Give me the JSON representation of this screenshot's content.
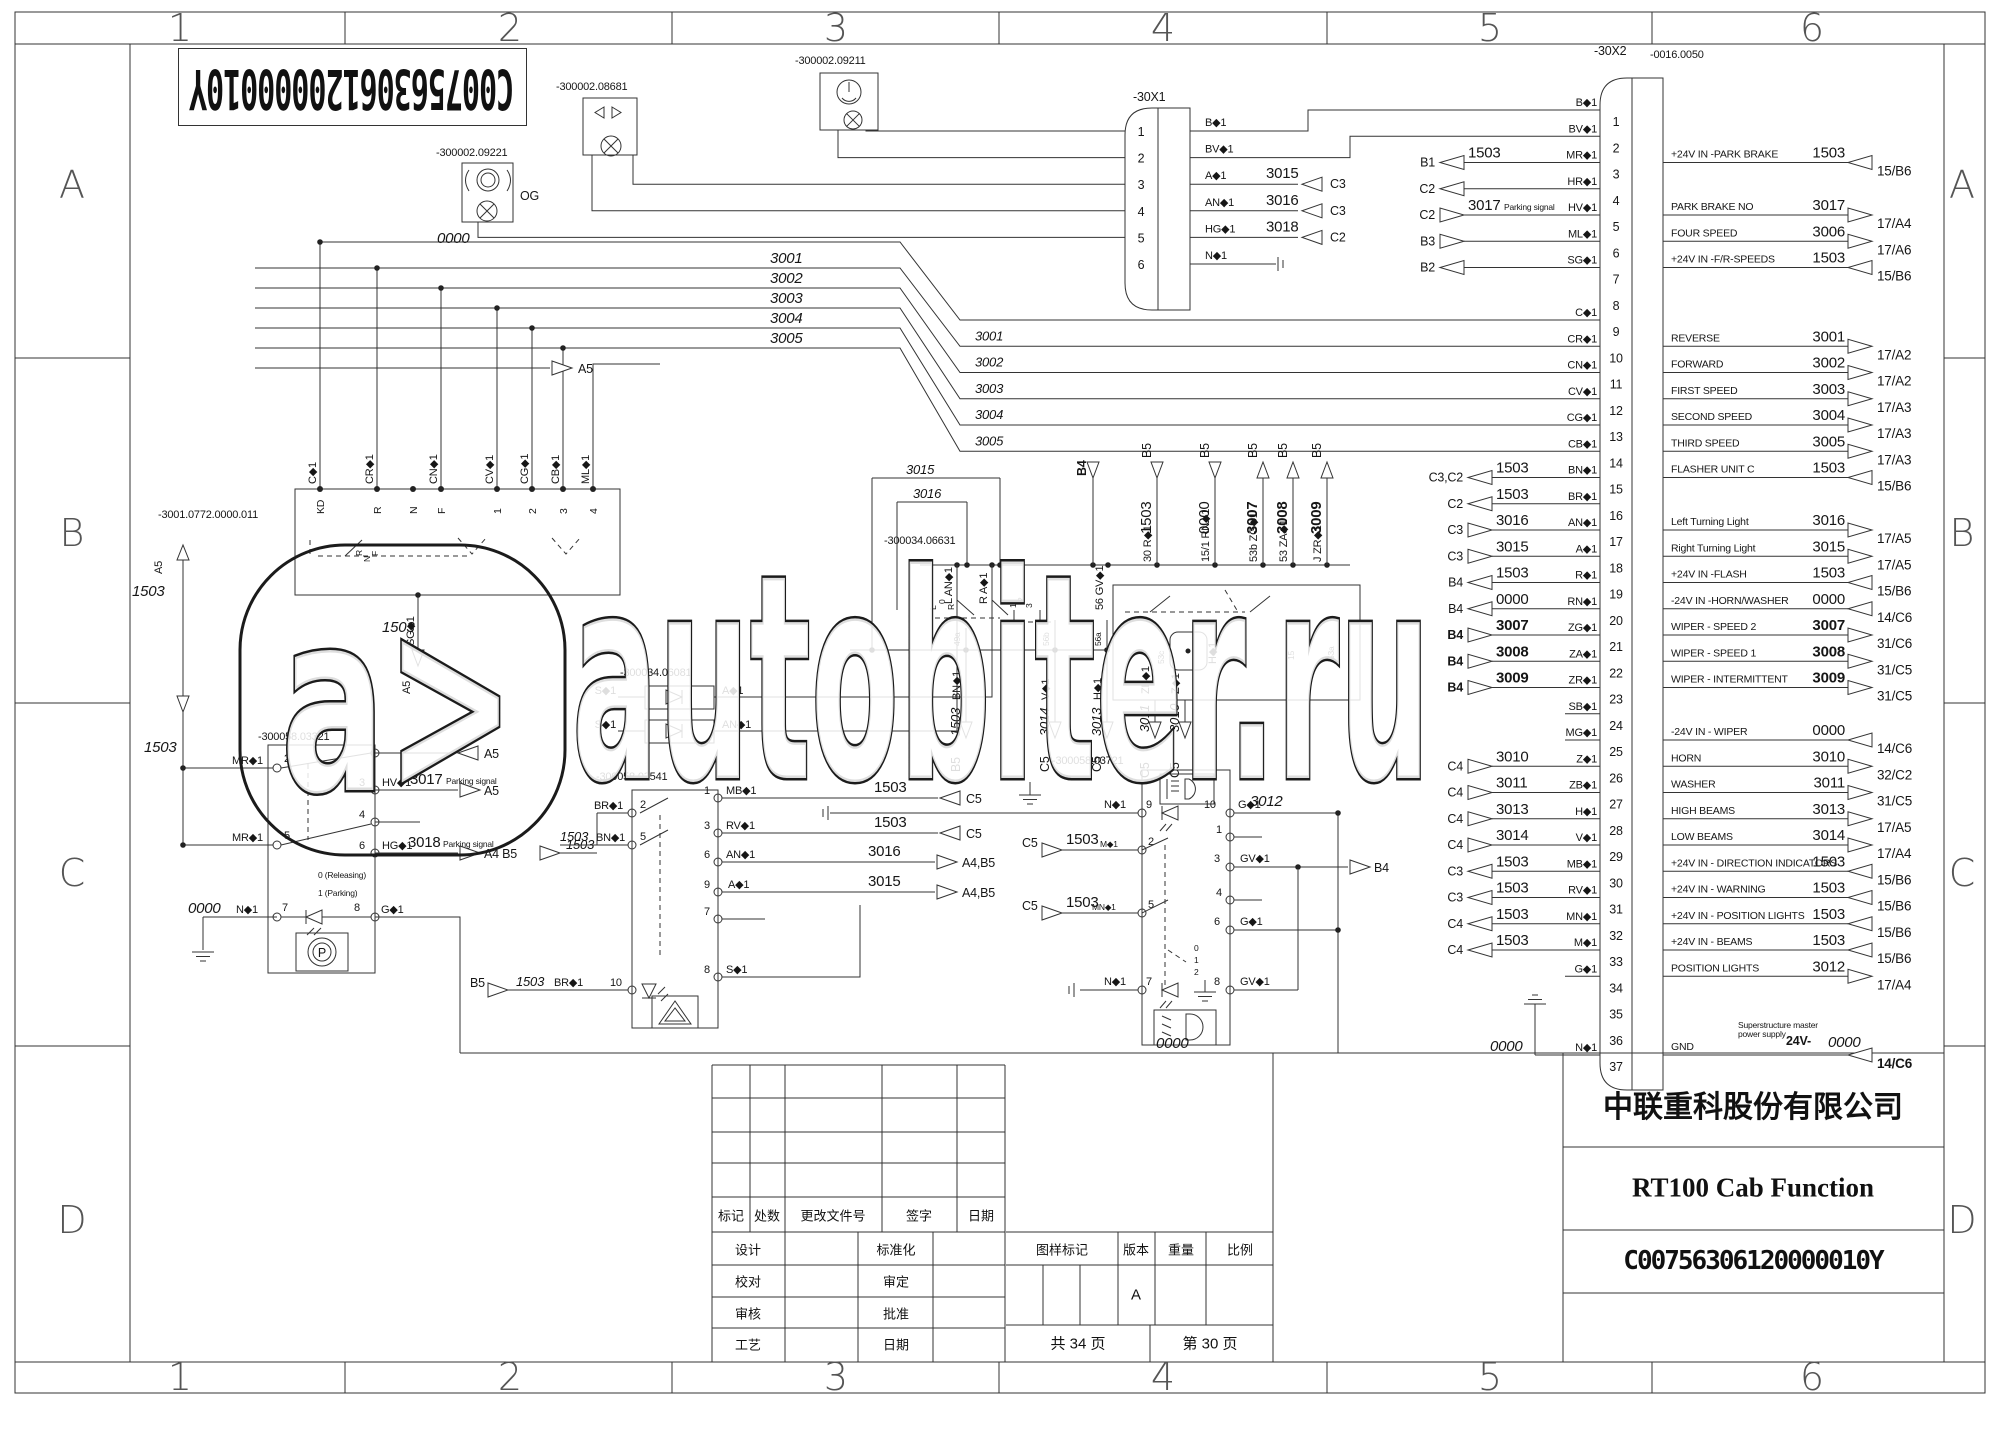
{
  "sheet": {
    "barcode": "C00756306120000010Y",
    "grid": {
      "cols": [
        "1",
        "2",
        "3",
        "4",
        "5",
        "6"
      ],
      "rows": [
        "A",
        "B",
        "C",
        "D"
      ]
    },
    "watermark": {
      "logo": "a>",
      "text": "autobiter.ru"
    }
  },
  "title_block": {
    "company": "中联重科股份有限公司",
    "drawing_title": "RT100 Cab Function",
    "drawing_number": "C00756306120000010Y",
    "revision_header": [
      "标记",
      "处数",
      "更改文件号",
      "签字",
      "日期"
    ],
    "sign_rows": [
      [
        "设计",
        "标准化"
      ],
      [
        "校对",
        "审定"
      ],
      [
        "审核",
        "批准"
      ],
      [
        "工艺",
        "日期"
      ]
    ],
    "stamp_header": [
      "图样标记",
      "版本",
      "重量",
      "比例"
    ],
    "version": "A",
    "pages_total": "共 34 页",
    "page_current": "第 30 页"
  },
  "buses": [
    "3001",
    "3002",
    "3003",
    "3004",
    "3005"
  ],
  "connector_x1": {
    "name": "-30X1",
    "pins": [
      {
        "w": "B◆1"
      },
      {
        "w": "BV◆1"
      },
      {
        "w": "A◆1",
        "n": "3015",
        "t": "C3"
      },
      {
        "w": "AN◆1",
        "n": "3016",
        "t": "C3"
      },
      {
        "w": "HG◆1",
        "n": "3018",
        "t": "C2"
      },
      {
        "w": "N◆1",
        "gnd": 1
      }
    ]
  },
  "connector_x2": {
    "name": "-30X2",
    "ref": "-0016.0050",
    "pins": [
      {
        "n": 1,
        "w": "B◆1"
      },
      {
        "n": 2,
        "w": "BV◆1"
      },
      {
        "n": 3,
        "w": "MR◆1",
        "st": "B1",
        "sd": "l",
        "sn": "1503",
        "gl": "+24V IN -PARK BRAKE",
        "gn": "1503",
        "gd": "l",
        "gt": "15/B6"
      },
      {
        "n": 4,
        "w": "HR◆1",
        "st": "C2",
        "sd": "l"
      },
      {
        "n": 5,
        "w": "HV◆1",
        "st": "C2",
        "sd": "r",
        "sn": "3017",
        "sno": "Parking signal",
        "gl": "PARK BRAKE NO",
        "gn": "3017",
        "gd": "r",
        "gt": "17/A4"
      },
      {
        "n": 6,
        "w": "ML◆1",
        "st": "B3",
        "sd": "r",
        "gl": "FOUR SPEED",
        "gn": "3006",
        "gd": "r",
        "gt": "17/A6"
      },
      {
        "n": 7,
        "w": "SG◆1",
        "st": "B2",
        "sd": "l",
        "gl": "+24V IN -F/R-SPEEDS",
        "gn": "1503",
        "gd": "l",
        "gt": "15/B6"
      },
      {
        "n": 8
      },
      {
        "n": 9,
        "w": "C◆1"
      },
      {
        "n": 10,
        "w": "CR◆1",
        "gl": "REVERSE",
        "gn": "3001",
        "gd": "r",
        "gt": "17/A2"
      },
      {
        "n": 11,
        "w": "CN◆1",
        "gl": "FORWARD",
        "gn": "3002",
        "gd": "r",
        "gt": "17/A2"
      },
      {
        "n": 12,
        "w": "CV◆1",
        "gl": "FIRST SPEED",
        "gn": "3003",
        "gd": "r",
        "gt": "17/A3"
      },
      {
        "n": 13,
        "w": "CG◆1",
        "gl": "SECOND SPEED",
        "gn": "3004",
        "gd": "r",
        "gt": "17/A3"
      },
      {
        "n": 14,
        "w": "CB◆1",
        "gl": "THIRD SPEED",
        "gn": "3005",
        "gd": "r",
        "gt": "17/A3"
      },
      {
        "n": 15,
        "w": "BN◆1",
        "st": "C3,C2",
        "sd": "l",
        "sn": "1503",
        "gl": "FLASHER UNIT C",
        "gn": "1503",
        "gd": "l",
        "gt": "15/B6"
      },
      {
        "n": 16,
        "w": "BR◆1",
        "st": "C2",
        "sd": "l",
        "sn": "1503"
      },
      {
        "n": 17,
        "w": "AN◆1",
        "st": "C3",
        "sd": "r",
        "sn": "3016",
        "gl": "Left Turning Light",
        "gn": "3016",
        "gd": "r",
        "gt": "17/A5"
      },
      {
        "n": 18,
        "w": "A◆1",
        "st": "C3",
        "sd": "r",
        "sn": "3015",
        "gl": "Right Turning Light",
        "gn": "3015",
        "gd": "r",
        "gt": "17/A5"
      },
      {
        "n": 19,
        "w": "R◆1",
        "st": "B4",
        "sd": "l",
        "sn": "1503",
        "gl": "+24V IN -FLASH",
        "gn": "1503",
        "gd": "l",
        "gt": "15/B6"
      },
      {
        "n": 20,
        "w": "RN◆1",
        "st": "B4",
        "sd": "l",
        "sn": "0000",
        "gl": "-24V IN -HORN/WASHER",
        "gn": "0000",
        "gd": "l",
        "gt": "14/C6"
      },
      {
        "n": 21,
        "w": "ZG◆1",
        "st": "B4",
        "sd": "r",
        "sn": "3007",
        "sb": 1,
        "gl": "WIPER - SPEED 2",
        "gn": "3007",
        "gd": "r",
        "gt": "31/C6"
      },
      {
        "n": 22,
        "w": "ZA◆1",
        "st": "B4",
        "sd": "r",
        "sn": "3008",
        "sb": 1,
        "gl": "WIPER - SPEED 1",
        "gn": "3008",
        "gd": "r",
        "gt": "31/C5"
      },
      {
        "n": 23,
        "w": "ZR◆1",
        "st": "B4",
        "sd": "r",
        "sn": "3009",
        "sb": 1,
        "gl": "WIPER - INTERMITTENT",
        "gn": "3009",
        "gd": "r",
        "gt": "31/C5"
      },
      {
        "n": 24,
        "w": "SB◆1"
      },
      {
        "n": 25,
        "w": "MG◆1",
        "gl": "-24V IN - WIPER",
        "gn": "0000",
        "gd": "l",
        "gt": "14/C6"
      },
      {
        "n": 26,
        "w": "Z◆1",
        "st": "C4",
        "sd": "r",
        "sn": "3010",
        "gl": "HORN",
        "gn": "3010",
        "gd": "r",
        "gt": "32/C2"
      },
      {
        "n": 27,
        "w": "ZB◆1",
        "st": "C4",
        "sd": "r",
        "sn": "3011",
        "gl": "WASHER",
        "gn": "3011",
        "gd": "r",
        "gt": "31/C5"
      },
      {
        "n": 28,
        "w": "H◆1",
        "st": "C4",
        "sd": "r",
        "sn": "3013",
        "gl": "HIGH BEAMS",
        "gn": "3013",
        "gd": "r",
        "gt": "17/A5"
      },
      {
        "n": 29,
        "w": "V◆1",
        "st": "C4",
        "sd": "r",
        "sn": "3014",
        "gl": "LOW BEAMS",
        "gn": "3014",
        "gd": "r",
        "gt": "17/A4"
      },
      {
        "n": 30,
        "w": "MB◆1",
        "st": "C3",
        "sd": "l",
        "sn": "1503",
        "gl": "+24V IN - DIRECTION INDICATORS",
        "gn": "1503",
        "gd": "l",
        "gt": "15/B6"
      },
      {
        "n": 31,
        "w": "RV◆1",
        "st": "C3",
        "sd": "l",
        "sn": "1503",
        "gl": "+24V IN - WARNING",
        "gn": "1503",
        "gd": "l",
        "gt": "15/B6"
      },
      {
        "n": 32,
        "w": "MN◆1",
        "st": "C4",
        "sd": "l",
        "sn": "1503",
        "gl": "+24V IN - POSITION LIGHTS",
        "gn": "1503",
        "gd": "l",
        "gt": "15/B6"
      },
      {
        "n": 33,
        "w": "M◆1",
        "st": "C4",
        "sd": "l",
        "sn": "1503",
        "gl": "+24V IN - BEAMS",
        "gn": "1503",
        "gd": "l",
        "gt": "15/B6"
      },
      {
        "n": 34,
        "w": "G◆1",
        "gl": "POSITION LIGHTS",
        "gn": "3012",
        "gd": "r",
        "gt": "17/A4"
      },
      {
        "n": 35
      },
      {
        "n": 36
      },
      {
        "n": 37,
        "w": "N◆1",
        "gl": "GND",
        "gn": "0000",
        "gd": "l",
        "gt": "14/C6",
        "note": [
          "Superstructure master",
          "power supply"
        ],
        "n24": "24V-"
      }
    ]
  },
  "texts": {
    "c_park_lamp": "-300002.09221",
    "t_og": "OG",
    "c_turn_lamp": "-300002.08681",
    "c_wiper_lamp": "-300002.09211",
    "c_x1": "-30X1",
    "c_x2": "-30X2",
    "c_x2_ref": "-0016.0050",
    "c_gear": "-3001.0772.0000.011",
    "c_park_sw": "-300058.03321",
    "c_diode": "-300034.06081",
    "c_hazard": "-300058.03541",
    "c_turn_sw": "-300034.06631",
    "c_light_sw": "-300058.03721",
    "u1503": "1503",
    "u0000": "0000",
    "u3007": "3007",
    "u3008": "3008",
    "u3009": "3009",
    "u3010": "3010",
    "u3011": "3011",
    "u3012": "3012",
    "u3013": "3013",
    "u3014": "3014",
    "u3015": "3015",
    "u3016": "3016",
    "u3017": "3017",
    "u3018": "3018",
    "u_a5": "A5",
    "u_b4": "B4",
    "u_b5": "B5",
    "u_c5": "C5",
    "u_a4b5": "A4,B5",
    "u_a4b5s": "A4 B5",
    "n_c": "C◆1",
    "n_cr": "CR◆1",
    "n_cn": "CN◆1",
    "n_cv": "CV◆1",
    "n_cg": "CG◆1",
    "n_cb": "CB◆1",
    "n_ml": "ML◆1",
    "n_sg": "SG◆1",
    "n_mr": "MR◆1",
    "n_hr": "HR◆1",
    "n_hv": "HV◆1",
    "n_hg": "HG◆1",
    "n_n1": "N◆1",
    "n_g1": "G◆1",
    "n_br": "BR◆1",
    "n_bn": "BN◆1",
    "n_mb": "MB◆1",
    "n_rv": "RV◆1",
    "n_an1": "AN◆1",
    "n_a1": "A◆1",
    "n_s1": "S◆1",
    "n_lan": "L AN◆1",
    "n_ra": "R A◆1",
    "n_56gv": "56 GV◆1",
    "n_zb": "ZB◆1",
    "n_z1": "Z◆1",
    "n_v1": "V◆1",
    "n_h1": "H◆1",
    "n_gv": "GV◆1",
    "n_m1": "M◆1",
    "n_mn": "MN◆1",
    "k_kd": "KD",
    "k_r": "R",
    "k_n": "N",
    "k_f": "F",
    "k_l": "L",
    "k0": "0",
    "k1": "1",
    "k2": "2",
    "k3": "3",
    "k4": "4",
    "k5": "5",
    "k6": "6",
    "k7": "7",
    "k8": "8",
    "k9": "9",
    "k10": "10",
    "k_30r": "30 R◆1",
    "k_151rn": "15/1 RN◆1",
    "k_53bzg": "53b ZG◆1",
    "k_53za": "53 ZA◆1",
    "k_jzr": "J ZR◆1",
    "t_49a": "49a",
    "t_56b": "56b",
    "t_56a": "56a",
    "t_53c": "53c",
    "t_53a": "53a",
    "t_15": "15",
    "t_ps": "Parking signal",
    "t_rel": "0 (Releasing)",
    "t_park": "1 (Parking)",
    "t_p": "P"
  }
}
